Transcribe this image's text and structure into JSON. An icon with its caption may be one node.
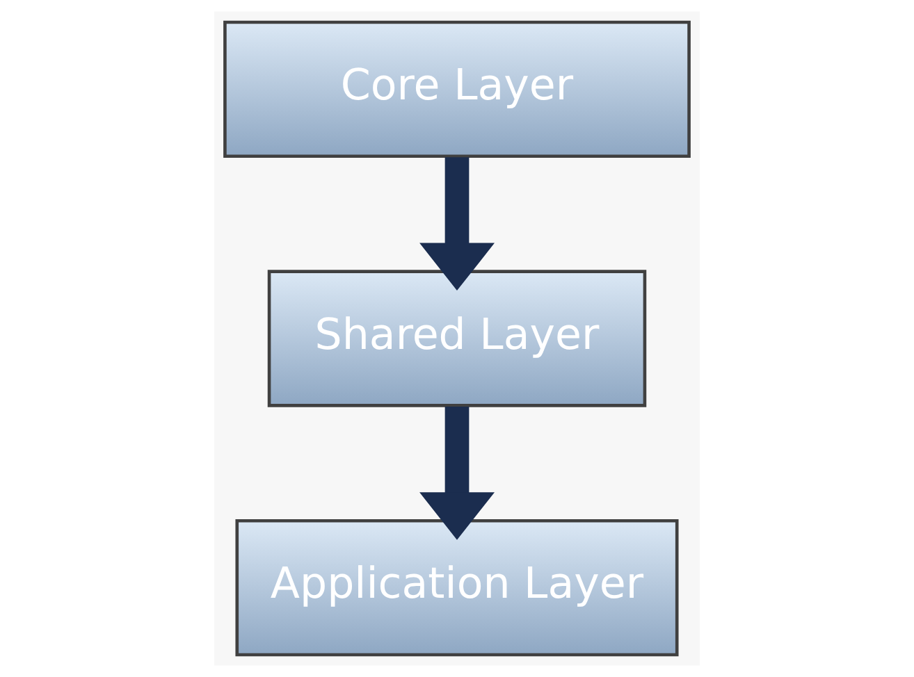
{
  "diagram": {
    "nodes": [
      {
        "text": [
          "Core Layer"
        ]
      },
      {
        "text": [
          "Shared Layer"
        ]
      },
      {
        "text": [
          "Application Layer"
        ]
      }
    ],
    "edges": [
      {
        "from": 0,
        "to": 1,
        "arrow": "to"
      },
      {
        "from": 1,
        "to": 2,
        "arrow": "to"
      }
    ]
  }
}
